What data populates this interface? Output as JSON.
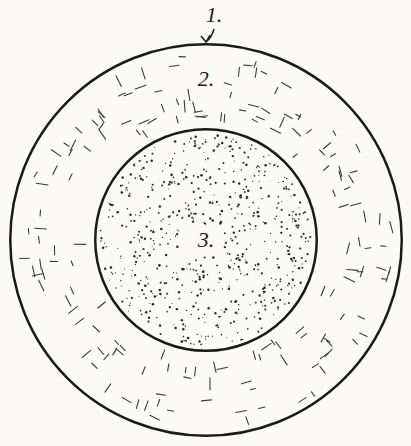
{
  "diagram": {
    "nodes": [
      {
        "text": [
          "2."
        ]
      },
      {
        "text": [
          "3."
        ],
        "in": 0
      }
    ],
    "labels": [
      "1."
    ]
  }
}
